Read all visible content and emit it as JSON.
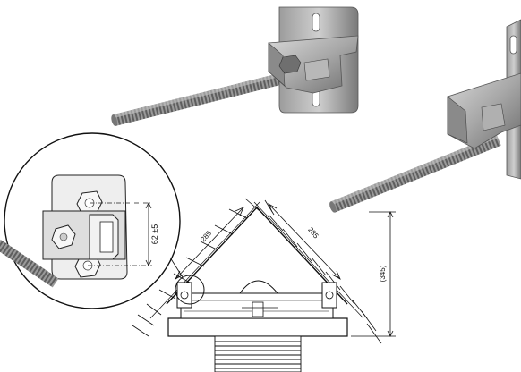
{
  "dimensions": {
    "bracket_spacing": "62 ±5",
    "left_length": "285",
    "right_length": "285",
    "height": "(345)"
  }
}
